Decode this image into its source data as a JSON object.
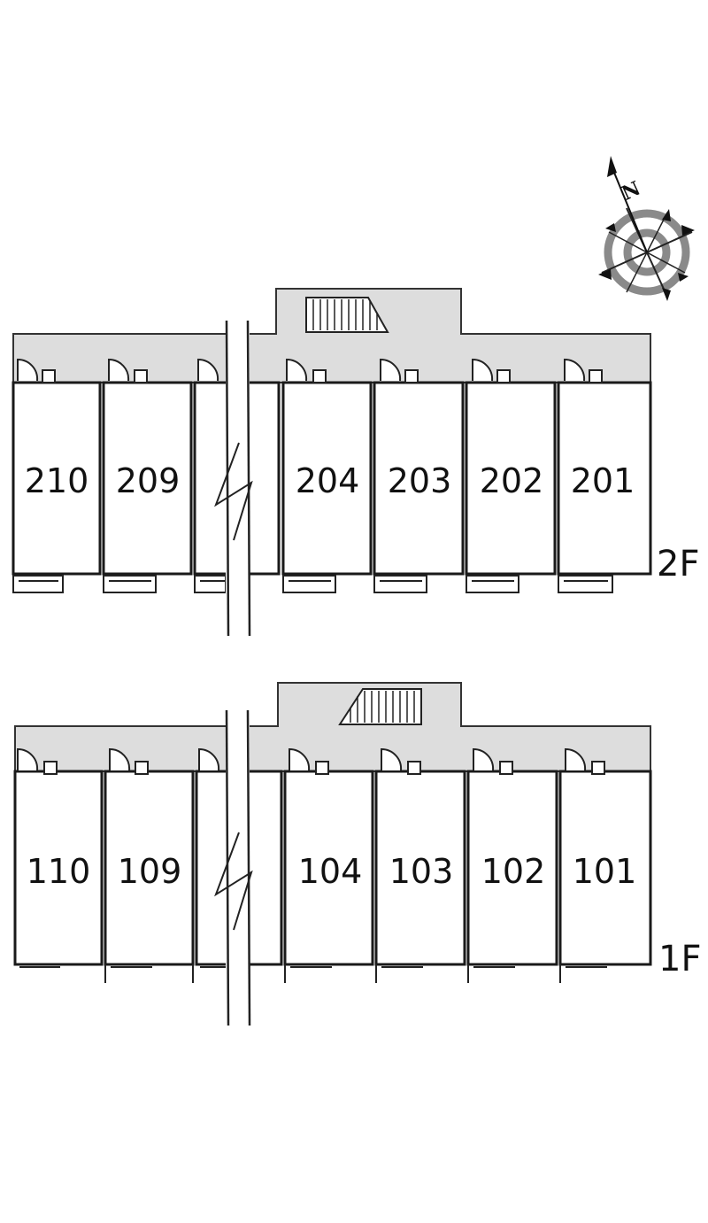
{
  "compass": {
    "north_label": "N",
    "icon": "compass-rose-icon"
  },
  "floors": [
    {
      "id": "2F",
      "label": "2F",
      "units": [
        "210",
        "209",
        "204",
        "203",
        "202",
        "201"
      ]
    },
    {
      "id": "1F",
      "label": "1F",
      "units": [
        "110",
        "109",
        "104",
        "103",
        "102",
        "101"
      ]
    }
  ],
  "colors": {
    "corridor": "#dddddd",
    "wall": "#1a1a1a",
    "compass_ring": "#8a8a8a"
  }
}
